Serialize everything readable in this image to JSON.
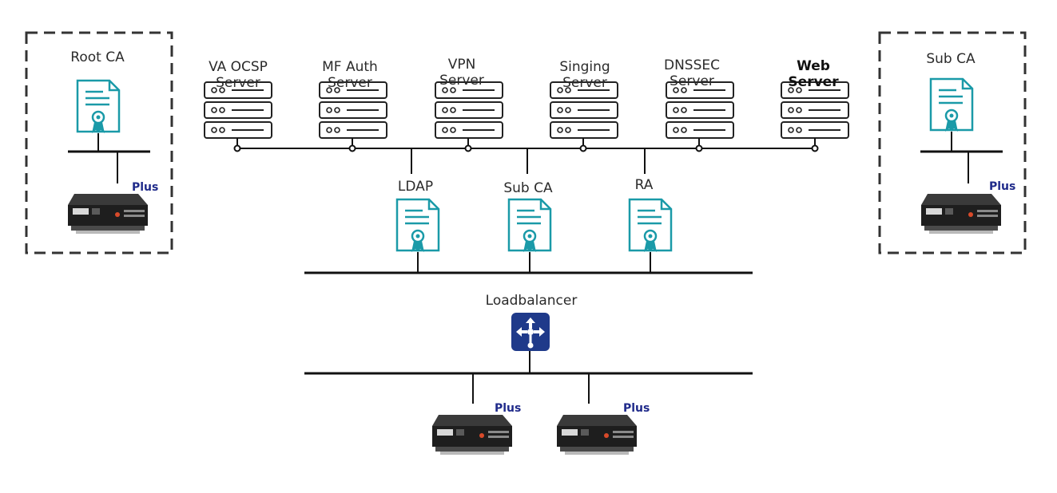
{
  "left_box": {
    "title": "Root CA",
    "hsm_badge": "Plus"
  },
  "right_box": {
    "title": "Sub CA",
    "hsm_badge": "Plus"
  },
  "servers": [
    {
      "line1": "VA OCSP",
      "line2": "Server",
      "bold": false
    },
    {
      "line1": "MF Auth",
      "line2": "Server",
      "bold": false
    },
    {
      "line1": "VPN",
      "line2": "Server",
      "bold": false
    },
    {
      "line1": "Singing",
      "line2": "Server",
      "bold": false
    },
    {
      "line1": "DNSSEC",
      "line2": "Server",
      "bold": false
    },
    {
      "line1": "Web",
      "line2": "Server",
      "bold": true
    }
  ],
  "middle_certs": [
    "LDAP",
    "Sub CA",
    "RA"
  ],
  "loadbalancer": {
    "label": "Loadbalancer"
  },
  "bottom_hsms": [
    {
      "badge": "Plus"
    },
    {
      "badge": "Plus"
    }
  ],
  "colors": {
    "teal": "#1a9aa8",
    "navy": "#1f3a8a",
    "line": "#111111",
    "dashed_border": "#333333",
    "plus_text": "#1f2a8a"
  }
}
